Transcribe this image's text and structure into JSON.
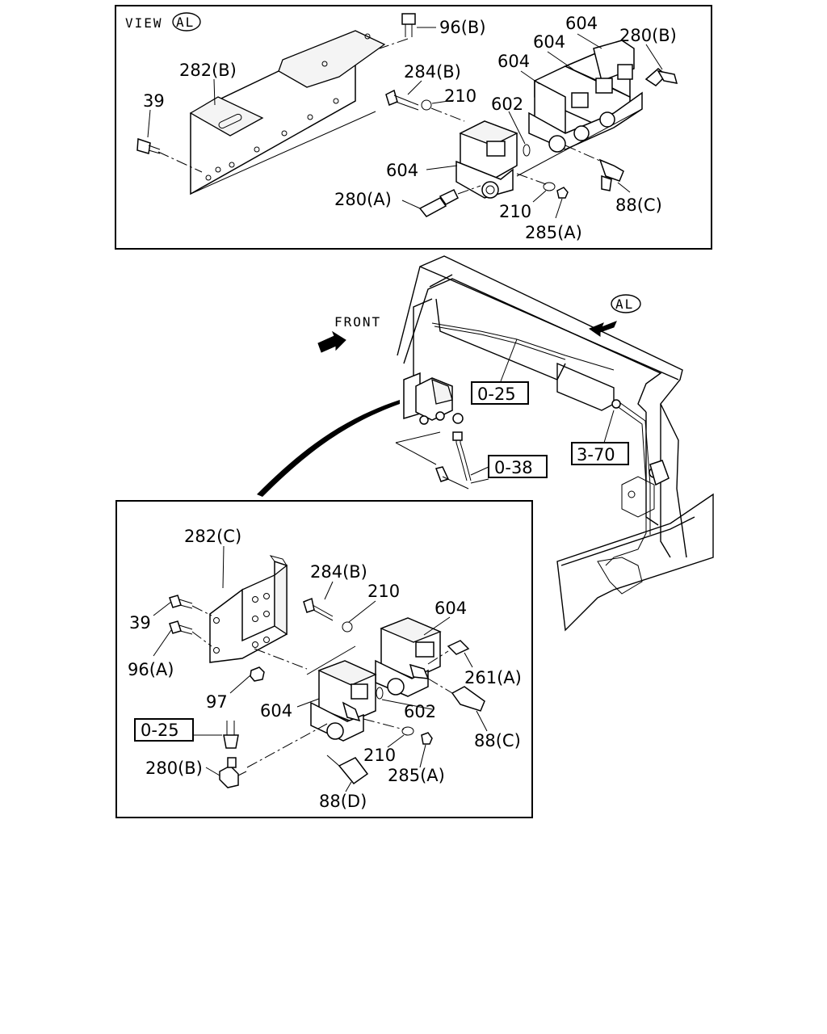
{
  "view_panel": {
    "view_word": "VIEW",
    "view_ref": "AL",
    "labels": {
      "p96b": "96(B)",
      "p604a": "604",
      "p604b": "604",
      "p604c": "604",
      "p280b": "280(B)",
      "p282b": "282(B)",
      "p284b": "284(B)",
      "p210a": "210",
      "p602": "602",
      "p39": "39",
      "p604d": "604",
      "p280a": "280(A)",
      "p210b": "210",
      "p88c": "88(C)",
      "p285a": "285(A)"
    }
  },
  "main_view": {
    "front_label": "FRONT",
    "view_ref": "AL",
    "refs": {
      "r025": "0-25",
      "r370": "3-70",
      "r038": "0-38"
    }
  },
  "detail_panel": {
    "labels": {
      "p282c": "282(C)",
      "p284b": "284(B)",
      "p210a": "210",
      "p604a": "604",
      "p39": "39",
      "p96a": "96(A)",
      "p261a": "261(A)",
      "p97": "97",
      "p604b": "604",
      "p602": "602",
      "p025": "0-25",
      "p88c": "88(C)",
      "p280b": "280(B)",
      "p210b": "210",
      "p285a": "285(A)",
      "p88d": "88(D)"
    }
  }
}
